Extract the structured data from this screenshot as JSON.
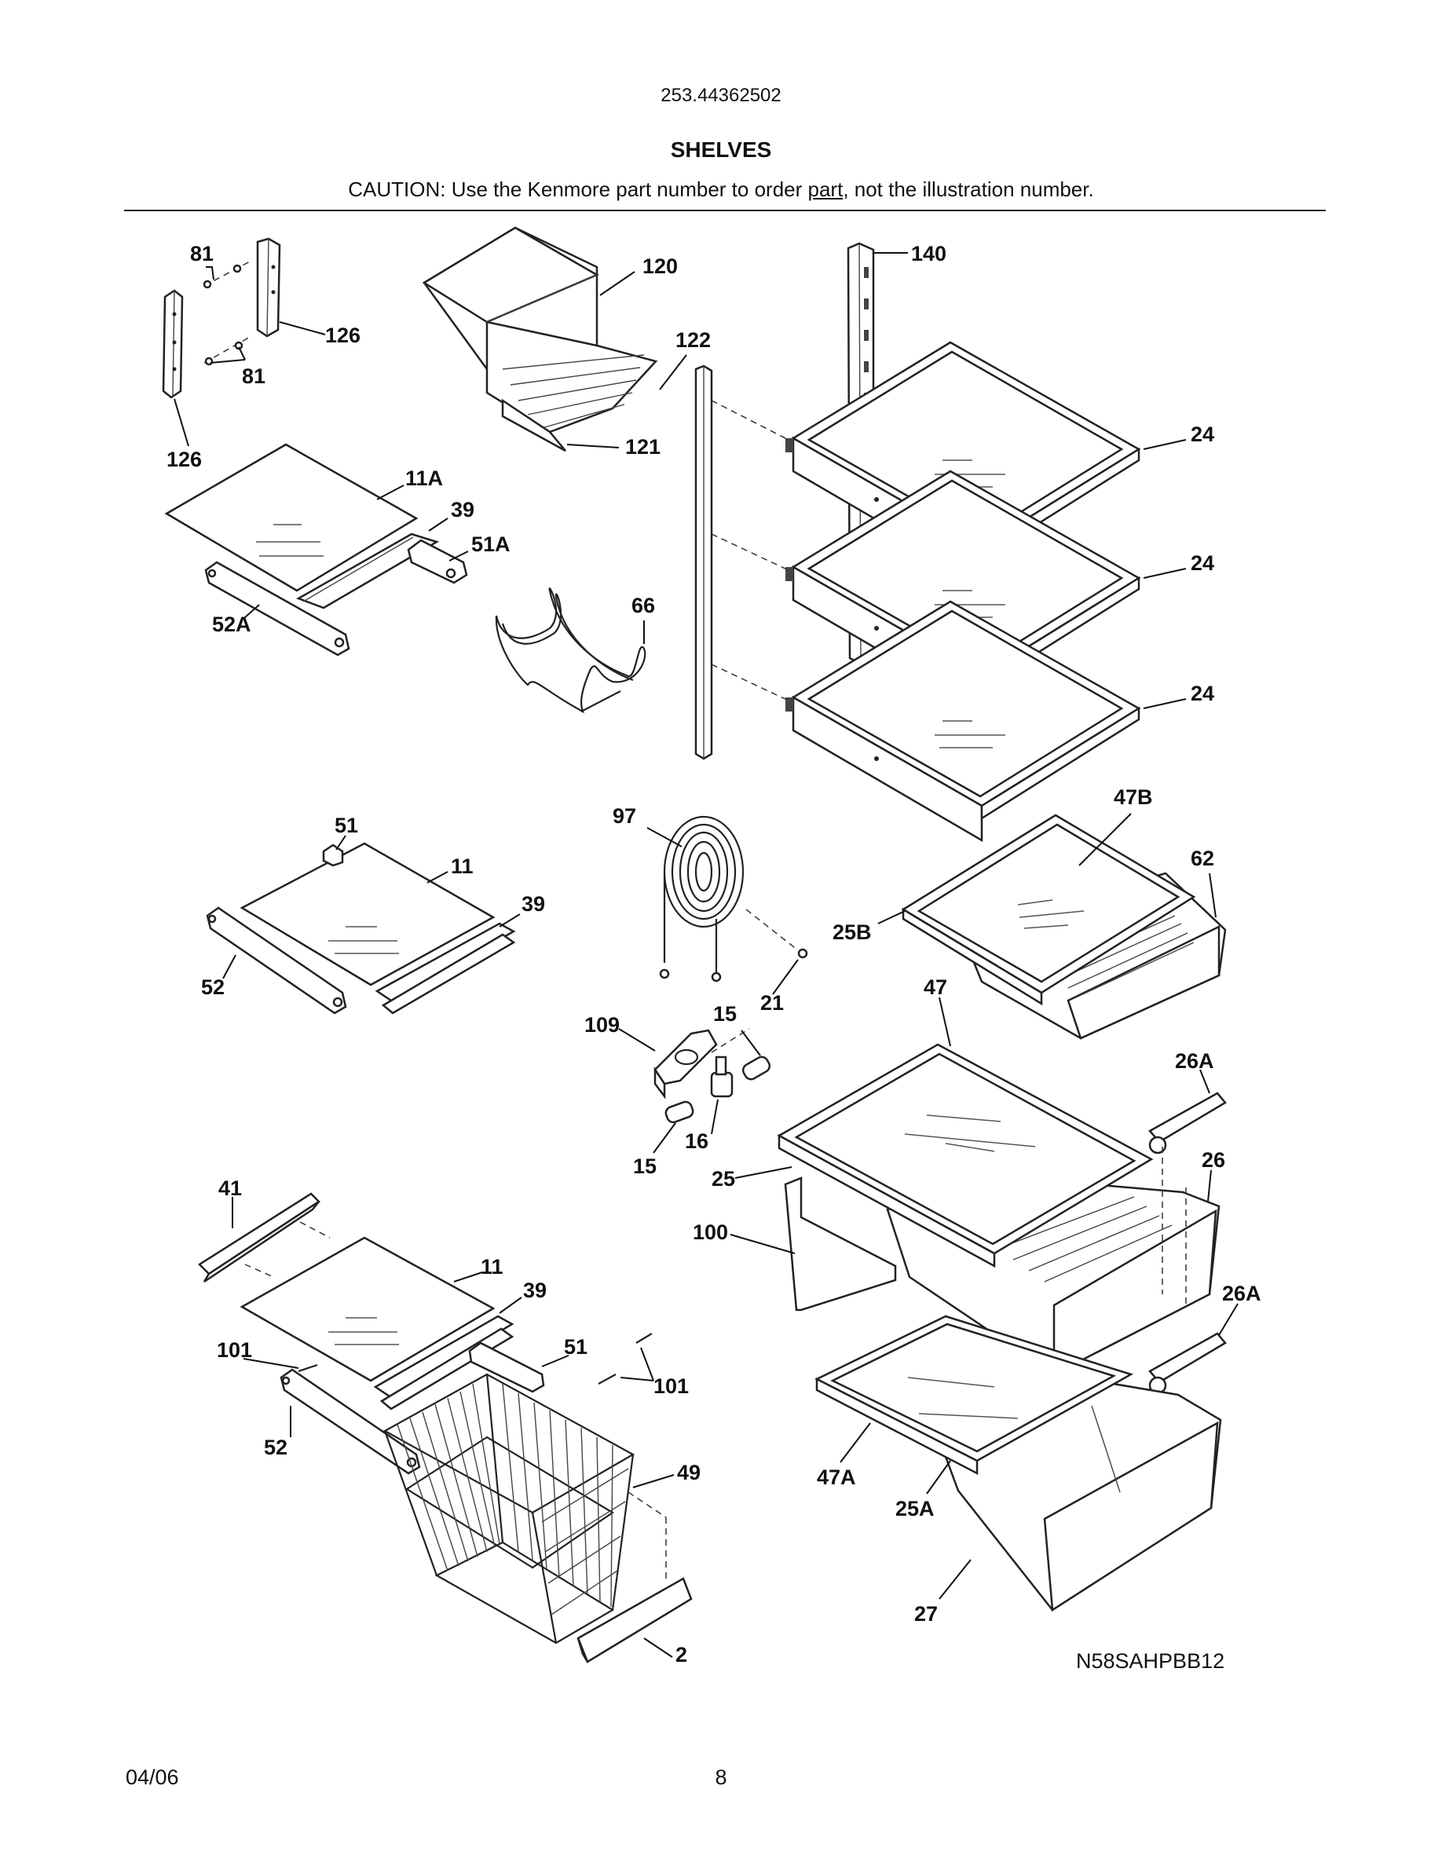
{
  "header": {
    "model": "253.44362502",
    "title": "SHELVES",
    "caution_pre": "CAUTION: Use the Kenmore part number to order ",
    "caution_link": "part",
    "caution_post": ", not the illustration number."
  },
  "diagram_code": "N58SAHPBB12",
  "footer": {
    "date": "04/06",
    "page": "8"
  },
  "callouts": {
    "c81a": "81",
    "c81b": "81",
    "c126a": "126",
    "c126b": "126",
    "c120": "120",
    "c122": "122",
    "c121": "121",
    "c140": "140",
    "c24a": "24",
    "c24b": "24",
    "c24c": "24",
    "c11A": "11A",
    "c39a": "39",
    "c51A": "51A",
    "c52A": "52A",
    "c66": "66",
    "c51a": "51",
    "c11a": "11",
    "c39b": "39",
    "c52a": "52",
    "c97": "97",
    "c21": "21",
    "c109": "109",
    "c15a": "15",
    "c15b": "15",
    "c16": "16",
    "c47B": "47B",
    "c62": "62",
    "c25B": "25B",
    "c47": "47",
    "c26Aa": "26A",
    "c26": "26",
    "c25": "25",
    "c100": "100",
    "c26Ab": "26A",
    "c47A": "47A",
    "c25A": "25A",
    "c27": "27",
    "c41": "41",
    "c11b": "11",
    "c39c": "39",
    "c101a": "101",
    "c51b": "51",
    "c101b": "101",
    "c52b": "52",
    "c49": "49",
    "c2": "2"
  }
}
